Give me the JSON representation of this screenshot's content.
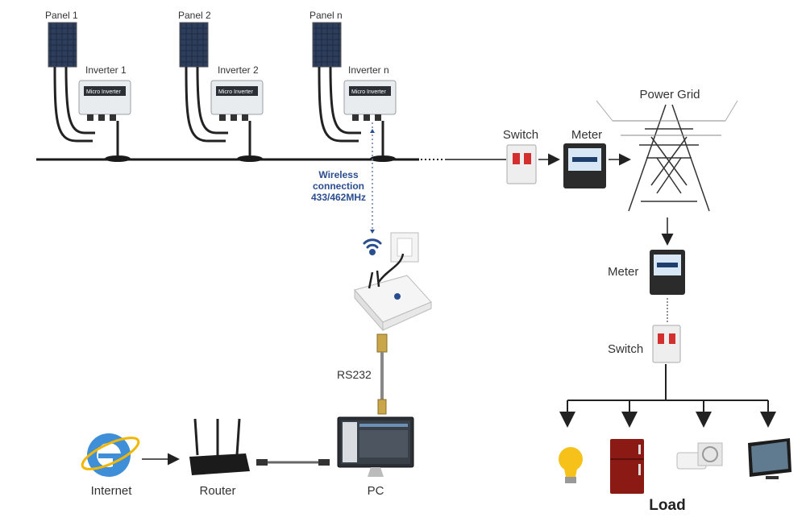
{
  "panels": [
    {
      "label": "Panel 1",
      "inverter_label": "Inverter 1"
    },
    {
      "label": "Panel 2",
      "inverter_label": "Inverter 2"
    },
    {
      "label": "Panel n",
      "inverter_label": "Inverter n"
    }
  ],
  "inverter_face_text": "Micro Inverter",
  "wireless": {
    "line1": "Wireless",
    "line2": "connection",
    "line3": "433/462MHz"
  },
  "grid_chain": {
    "switch_label": "Switch",
    "meter_label": "Meter",
    "grid_label": "Power Grid"
  },
  "load_chain": {
    "meter_label": "Meter",
    "switch_label": "Switch",
    "load_label": "Load"
  },
  "rs232_label": "RS232",
  "network": {
    "internet_label": "Internet",
    "router_label": "Router",
    "pc_label": "PC"
  },
  "colors": {
    "wire": "#1a1a1a",
    "panel": "#1f2c44",
    "inverter": "#e9ecef",
    "accent_blue": "#2a4d8f",
    "fridge": "#8b1a14"
  }
}
